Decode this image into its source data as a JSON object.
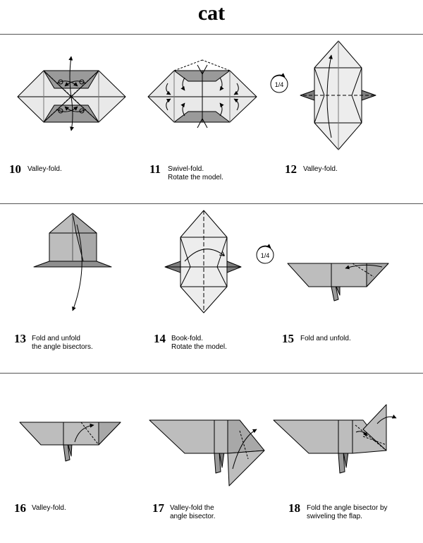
{
  "title": "cat",
  "rotate_label": "1/4",
  "steps": [
    {
      "num": "10",
      "line1": "Valley-fold.",
      "line2": ""
    },
    {
      "num": "11",
      "line1": "Swivel-fold.",
      "line2": "Rotate the model."
    },
    {
      "num": "12",
      "line1": "Valley-fold.",
      "line2": ""
    },
    {
      "num": "13",
      "line1": "Fold and unfold",
      "line2": "the angle bisectors."
    },
    {
      "num": "14",
      "line1": "Book-fold.",
      "line2": "Rotate the model."
    },
    {
      "num": "15",
      "line1": "Fold and unfold.",
      "line2": ""
    },
    {
      "num": "16",
      "line1": "Valley-fold.",
      "line2": ""
    },
    {
      "num": "17",
      "line1": "Valley-fold the",
      "line2": "angle bisector."
    },
    {
      "num": "18",
      "line1": "Fold the angle bisector by",
      "line2": "swiveling the flap."
    }
  ],
  "colors": {
    "paper_white": "#ffffff",
    "paper_light": "#e6e6e6",
    "paper_gray": "#bdbdbd",
    "paper_dark": "#8c8c8c",
    "line": "#000000"
  }
}
